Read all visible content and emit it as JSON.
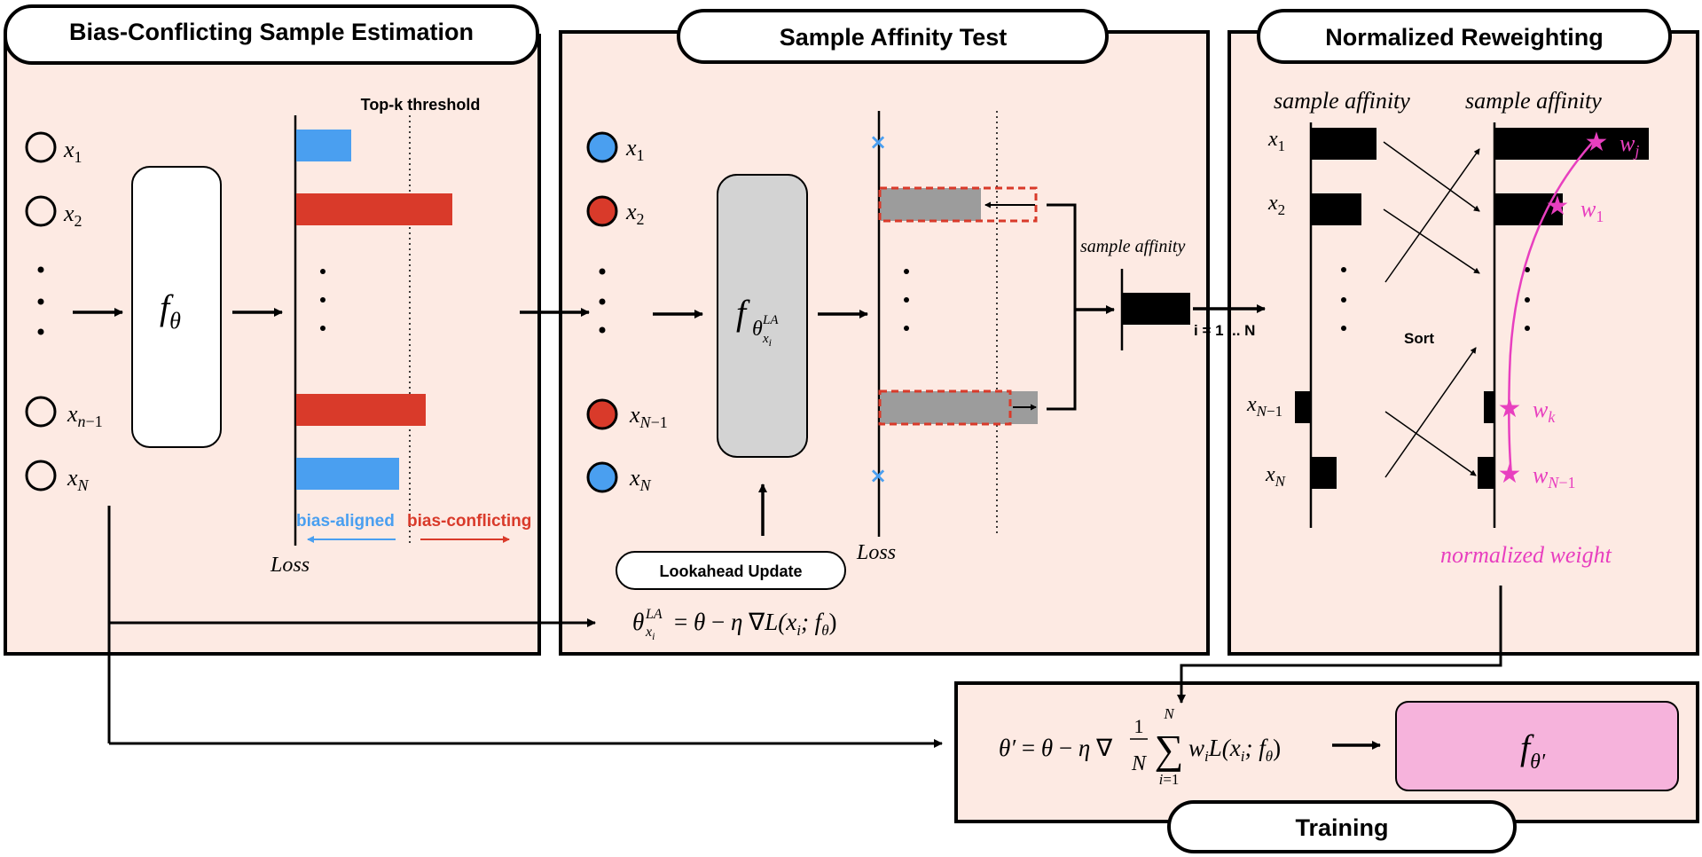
{
  "colors": {
    "panel_fill": "#fdeae3",
    "blue": "#4a9ff0",
    "red": "#d93a2a",
    "gray": "#9c9c9c",
    "magenta": "#e83fbf",
    "pink_box": "#f6b3dc"
  },
  "panels": {
    "estimation": {
      "title": "Bias-Conflicting Sample Estimation",
      "model": "fθ",
      "threshold": "Top-k threshold",
      "aligned": "bias-aligned",
      "conflicting": "bias-conflicting",
      "loss": "Loss",
      "samples": [
        "x1",
        "x2",
        "xn−1",
        "xN"
      ]
    },
    "affinity": {
      "title": "Sample Affinity Test",
      "lookahead": "Lookahead Update",
      "loss": "Loss",
      "affinity_label": "sample affinity",
      "index": "i = 1 ... N",
      "samples": [
        "x1",
        "x2",
        "xN−1",
        "xN"
      ]
    },
    "reweight": {
      "title": "Normalized Reweighting",
      "affinity_left": "sample affinity",
      "affinity_right": "sample affinity",
      "sort": "Sort",
      "normalized": "normalized weight",
      "samples": [
        "x1",
        "x2",
        "xN−1",
        "xN"
      ],
      "weights": [
        "wj",
        "w1",
        "wk",
        "wN−1"
      ]
    },
    "training": {
      "title": "Training"
    }
  }
}
